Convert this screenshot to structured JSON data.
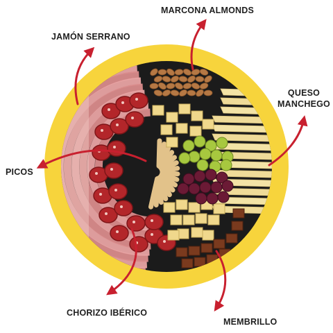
{
  "labels": {
    "marcona": "MARCONA ALMONDS",
    "jamon": "JAMÓN SERRANO",
    "queso_line1": "QUESO",
    "queso_line2": "MANCHEGO",
    "picos": "PICOS",
    "chorizo": "CHORIZO IBÉRICO",
    "membrillo": "MEMBRILLO"
  },
  "colors": {
    "ring": "#f7d43c",
    "tray": "#1b1b1b",
    "arrow": "#c8202f",
    "text": "#1f1f1f",
    "jamon": "#d98b8b",
    "chorizo": "#b3262a",
    "cheese": "#f3e3a6",
    "almond": "#b57844",
    "grape_green": "#a7c83f",
    "grape_red": "#6b1a35",
    "membrillo": "#7a3a1e",
    "picos": "#e2c28a"
  },
  "icons": [
    "arrow-icon"
  ]
}
